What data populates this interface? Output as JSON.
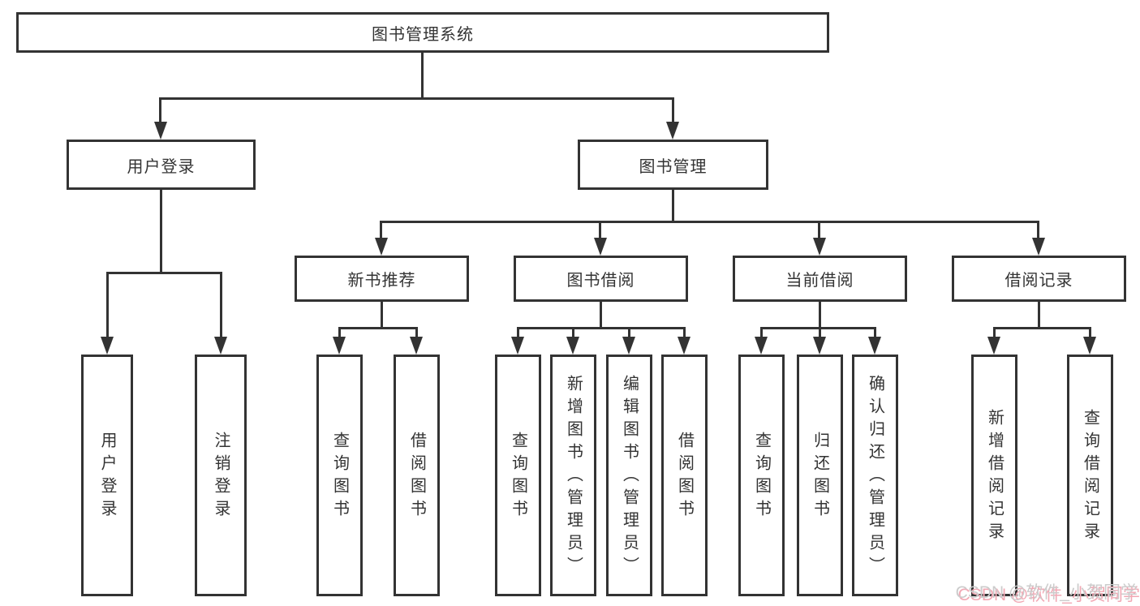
{
  "diagram": {
    "type": "function-decomposition-tree",
    "tree": {
      "label": "图书管理系统",
      "children": [
        {
          "label": "用户登录",
          "children": [
            {
              "label": "用户登录"
            },
            {
              "label": "注销登录"
            }
          ]
        },
        {
          "label": "图书管理",
          "children": [
            {
              "label": "新书推荐",
              "children": [
                {
                  "label": "查询图书"
                },
                {
                  "label": "借阅图书"
                }
              ]
            },
            {
              "label": "图书借阅",
              "children": [
                {
                  "label": "查询图书"
                },
                {
                  "label": "新增图书（管理员）"
                },
                {
                  "label": "编辑图书（管理员）"
                },
                {
                  "label": "借阅图书"
                }
              ]
            },
            {
              "label": "当前借阅",
              "children": [
                {
                  "label": "查询图书"
                },
                {
                  "label": "归还图书"
                },
                {
                  "label": "确认归还（管理员）"
                }
              ]
            },
            {
              "label": "借阅记录",
              "children": [
                {
                  "label": "新增借阅记录"
                },
                {
                  "label": "查询借阅记录"
                }
              ]
            }
          ]
        }
      ]
    }
  },
  "watermark": {
    "text": "CSDN @软件_小贺同学"
  },
  "colors": {
    "line": "#333333",
    "background": "#ffffff",
    "watermark_text": "#cccccc",
    "watermark_shadow": "#f2a8b4"
  }
}
